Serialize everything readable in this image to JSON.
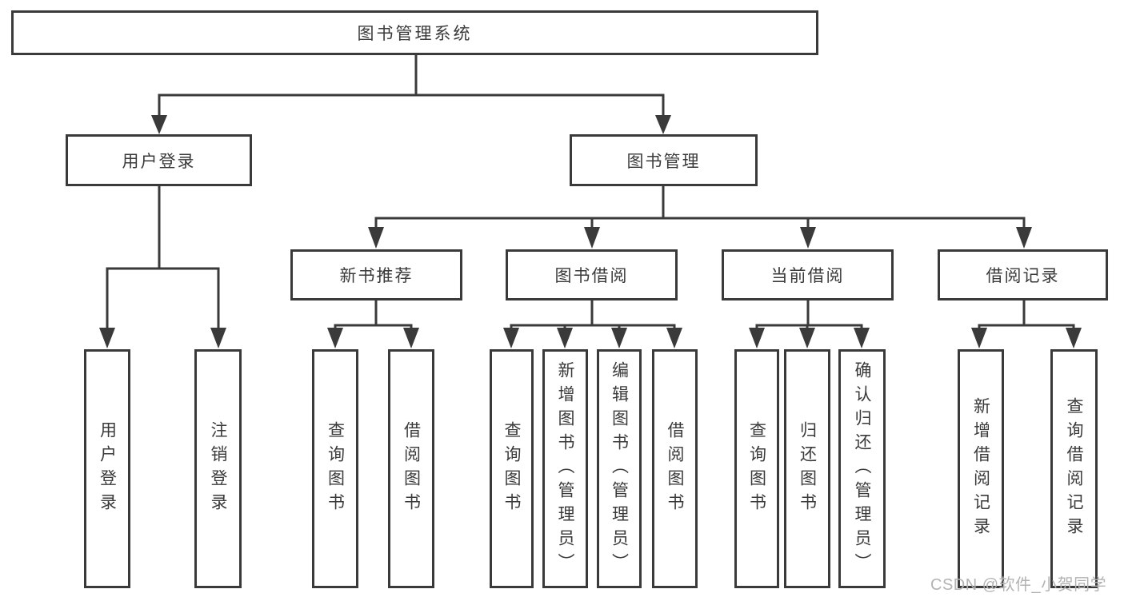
{
  "diagram": {
    "root": {
      "label": "图书管理系统"
    },
    "level2": [
      {
        "label": "用户登录"
      },
      {
        "label": "图书管理"
      }
    ],
    "level3": [
      {
        "label": "新书推荐"
      },
      {
        "label": "图书借阅"
      },
      {
        "label": "当前借阅"
      },
      {
        "label": "借阅记录"
      }
    ],
    "leaves": {
      "user_login": [
        "用户登录",
        "注销登录"
      ],
      "new_book_recommend": [
        "查询图书",
        "借阅图书"
      ],
      "book_borrowing": [
        "查询图书",
        "新增图书（管理员）",
        "编辑图书（管理员）",
        "借阅图书"
      ],
      "current_borrowing": [
        "查询图书",
        "归还图书",
        "确认归还（管理员）"
      ],
      "borrowing_records": [
        "新增借阅记录",
        "查询借阅记录"
      ]
    },
    "colors": {
      "line": "#3a3a3a",
      "box_border": "#3a3a3a",
      "box_background": "#ffffff",
      "text": "#3a3a3a",
      "watermark": "#b3b3b3"
    }
  },
  "watermark": {
    "text": "CSDN @软件_小贺同学"
  }
}
